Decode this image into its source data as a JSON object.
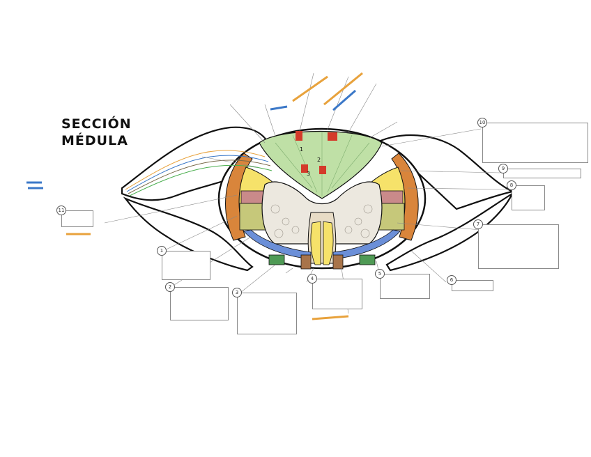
{
  "title": {
    "line1": "SECCIÓN",
    "line2": "MÉDULA"
  },
  "region_labels": {
    "region_1": "1",
    "region_2": "2",
    "region_3": "3"
  },
  "box_numbers": {
    "b1": "1",
    "b2": "2",
    "b3": "3",
    "b4": "4",
    "b5": "5",
    "b6": "6",
    "b7": "7",
    "b8": "8",
    "b9": "9",
    "b10": "10",
    "b11": "11"
  },
  "colors": {
    "posterior_column": "#bfe0a6",
    "lateral_column": "#f6e26a",
    "pink_tract": "#c98a8a",
    "olive_tract": "#c6c87a",
    "anterior_blue": "#6b8fd8",
    "orange_border": "#d9853b",
    "brown_root": "#a8744a",
    "gray_matter": "#ece8df",
    "red_label": "#d43a2a",
    "highlight_blue": "#3b78c8",
    "highlight_orange": "#e8a23c",
    "highlight_green": "#4caf50",
    "highlight_yellow": "#f2e24a"
  }
}
